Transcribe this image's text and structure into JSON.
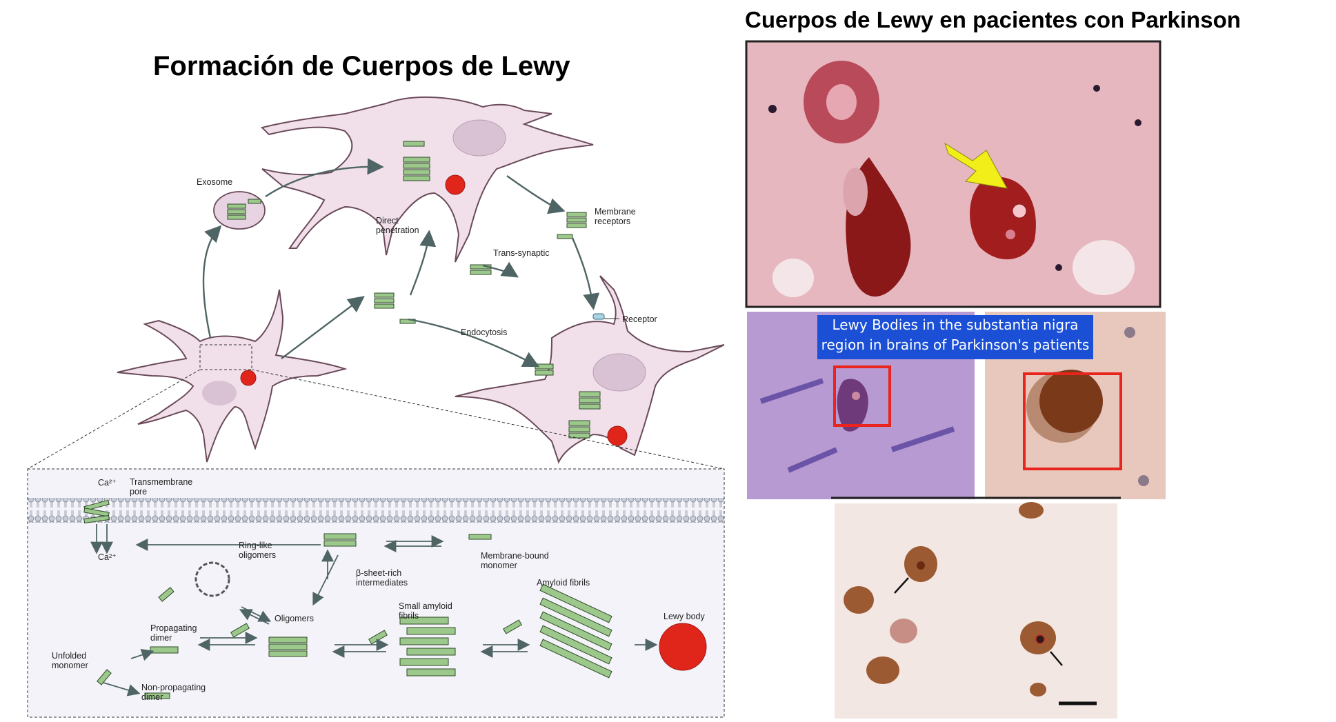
{
  "titles": {
    "left": "Formación de Cuerpos de Lewy",
    "right": "Cuerpos de Lewy en pacientes con Parkinson"
  },
  "diagram_labels": {
    "exosome": "Exosome",
    "direct_penetration_1": "Direct",
    "direct_penetration_2": "penetration",
    "membrane_receptors_1": "Membrane",
    "membrane_receptors_2": "receptors",
    "trans_synaptic": "Trans-synaptic",
    "receptor": "Receptor",
    "endocytosis": "Endocytosis",
    "ca_top": "Ca²⁺",
    "transmembrane_pore_1": "Transmembrane",
    "transmembrane_pore_2": "pore",
    "ca_bottom": "Ca²⁺",
    "ring_like_1": "Ring-like",
    "ring_like_2": "oligomers",
    "beta_sheet_1": "β-sheet-rich",
    "beta_sheet_2": "intermediates",
    "membrane_bound_1": "Membrane-bound",
    "membrane_bound_2": "monomer",
    "oligomers": "Oligomers",
    "small_fibrils_1": "Small amyloid",
    "small_fibrils_2": "fibrils",
    "amyloid_fibrils": "Amyloid fibrils",
    "lewy_body": "Lewy body",
    "propagating_1": "Propagating",
    "propagating_2": "dimer",
    "unfolded_1": "Unfolded",
    "unfolded_2": "monomer",
    "nonprop_1": "Non-propagating",
    "nonprop_2": "dimer"
  },
  "micrograph_caption": {
    "line1": "Lewy Bodies in the substantia nigra",
    "line2": "region in brains of Parkinson's patients"
  },
  "colors": {
    "neuron_fill": "#f1e0ea",
    "neuron_stroke": "#6a4a5a",
    "fibril_green": "#9cc98b",
    "lewy_red": "#e0251b",
    "caption_blue": "#1a4fd6",
    "highlight_red": "#e8241c",
    "arrow_yellow": "#f2ee1a"
  }
}
